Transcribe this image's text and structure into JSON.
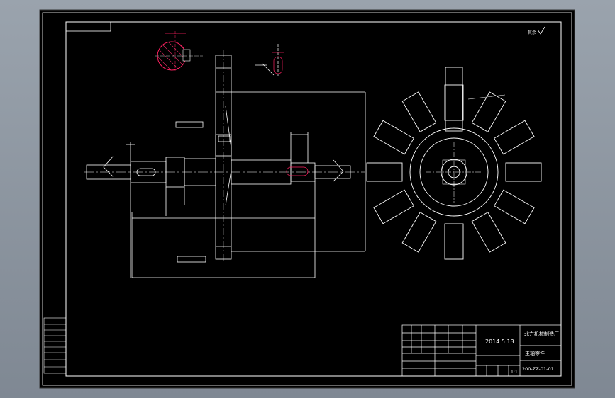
{
  "drawing": {
    "background": "#000000",
    "line_color": "#ffffff",
    "accent_color": "#ff2060",
    "hatch_color": "#ff3070"
  },
  "title_block": {
    "part_name": "主轴零件",
    "drawing_code": "200-ZZ-01-01",
    "company": "北方机械制造厂",
    "scale": "1:1",
    "date_code": "2014.5.13"
  },
  "labels": {
    "roughness_note": "其余"
  }
}
